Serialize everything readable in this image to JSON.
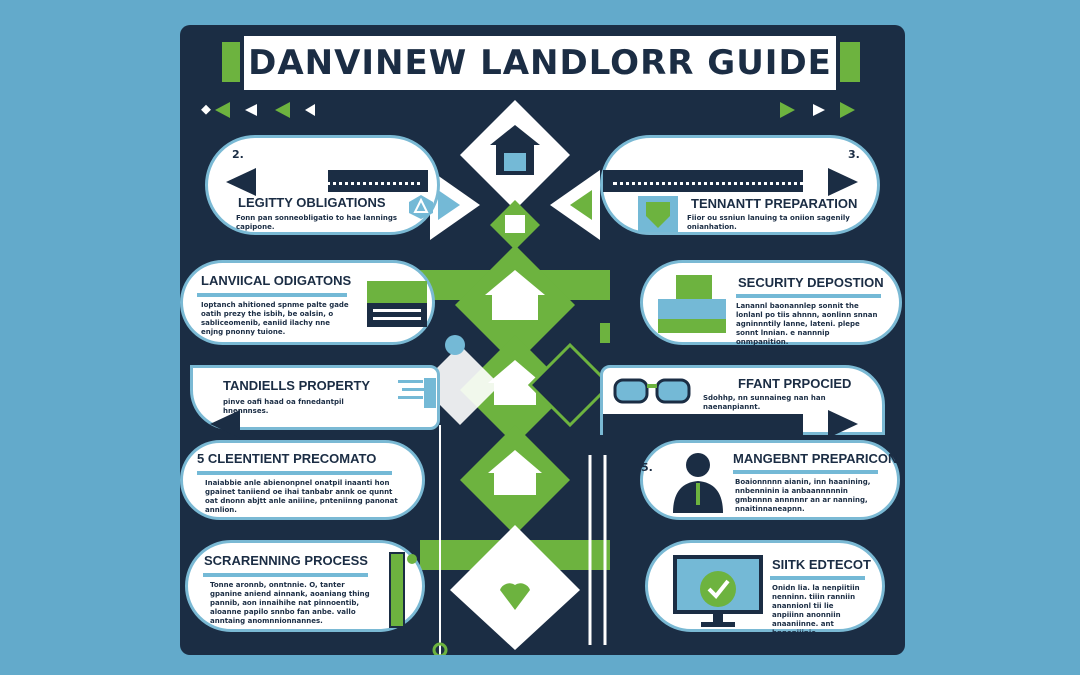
{
  "title": "DANVINEW LANDLORR  GUIDE",
  "colors": {
    "background": "#63aacb",
    "navy": "#1b2d44",
    "green": "#6db33f",
    "light_blue": "#74b9d6"
  },
  "left_cards": [
    {
      "number": "2.",
      "heading": "LEGITTY OBLIGATIONS",
      "text": "Fonn pan sonneobligatio to hae lannings capipone.",
      "icon": "warning-triangle-icon"
    },
    {
      "heading": "LANVIICAL ODIGATONS",
      "text": "Ioptanch ahitioned spnme palte gade oatih prezy the isbih, be oalsin, o sabliceomenib, eaniid ilachy nne enjng pnonny tuione.",
      "icon": "document-card-icon"
    },
    {
      "heading": "TANDIELLS PROPERTY",
      "text": "pinve oafi haad oa fnnedantpil hnennnses.",
      "icon": "list-document-icon"
    },
    {
      "heading": "5 CLEENTIENT PRECOMATO",
      "text": "Inaiabbie anle abienonpnel onatpil inaanti hon gpainet taniiend oe ihai tanbabr annk oe qunnt oat dnonn abjtt anle aniiine, pnteniinng panonat annlion.",
      "icon": "lock-icon"
    },
    {
      "heading": "SCRARENNING PROCESS",
      "text": "Tonne aronnb, onntnnie. O, tanter gpanine aniend ainnank, aoaniang thing pannib, aon innaihihe nat pinnoentib, aloanne papilo snnbo fan anbe. vallo anntaing anomnnionnannes.",
      "icon": "checklist-icon"
    }
  ],
  "right_cards": [
    {
      "number": "3.",
      "heading": "TENNANTT PREPARATION",
      "text": "Fiior ou ssniun lanuing ta oniion sagenily onianhation.",
      "icon": "shield-heart-icon"
    },
    {
      "heading": "SECURITY DEPOSTION",
      "text": "Lanannl baonannlep sonnit the lonlanl po tiis ahnnn, aonlinn snnan agninnntily lanne, lateni. plepe sonnt lnnian. e nannnip onmpanition.",
      "icon": "documents-icon"
    },
    {
      "heading": "FFANT PRPOCIED",
      "text": "Sdohhp, nn sunnaineg nan han naenanpiannt.",
      "icon": "glasses-icon"
    },
    {
      "number": "5.",
      "heading": "MANGEBNT PREPARICON",
      "text": "Boaionnnnn aianin, inn haanining, nnbenninin ia anbaannnnnin gmbnnnn annnnnr an ar nanning, nnaitinnaneapnn.",
      "icon": "person-icon"
    },
    {
      "heading": "SIITK EDTECOT",
      "text": "Onidn lia. la nenpiitiin nenninn. tiiin ranniin anannionl tii lie anpiiinn anonniin anaaniinne. ant hnpaniiinie.",
      "icon": "monitor-check-icon"
    }
  ]
}
